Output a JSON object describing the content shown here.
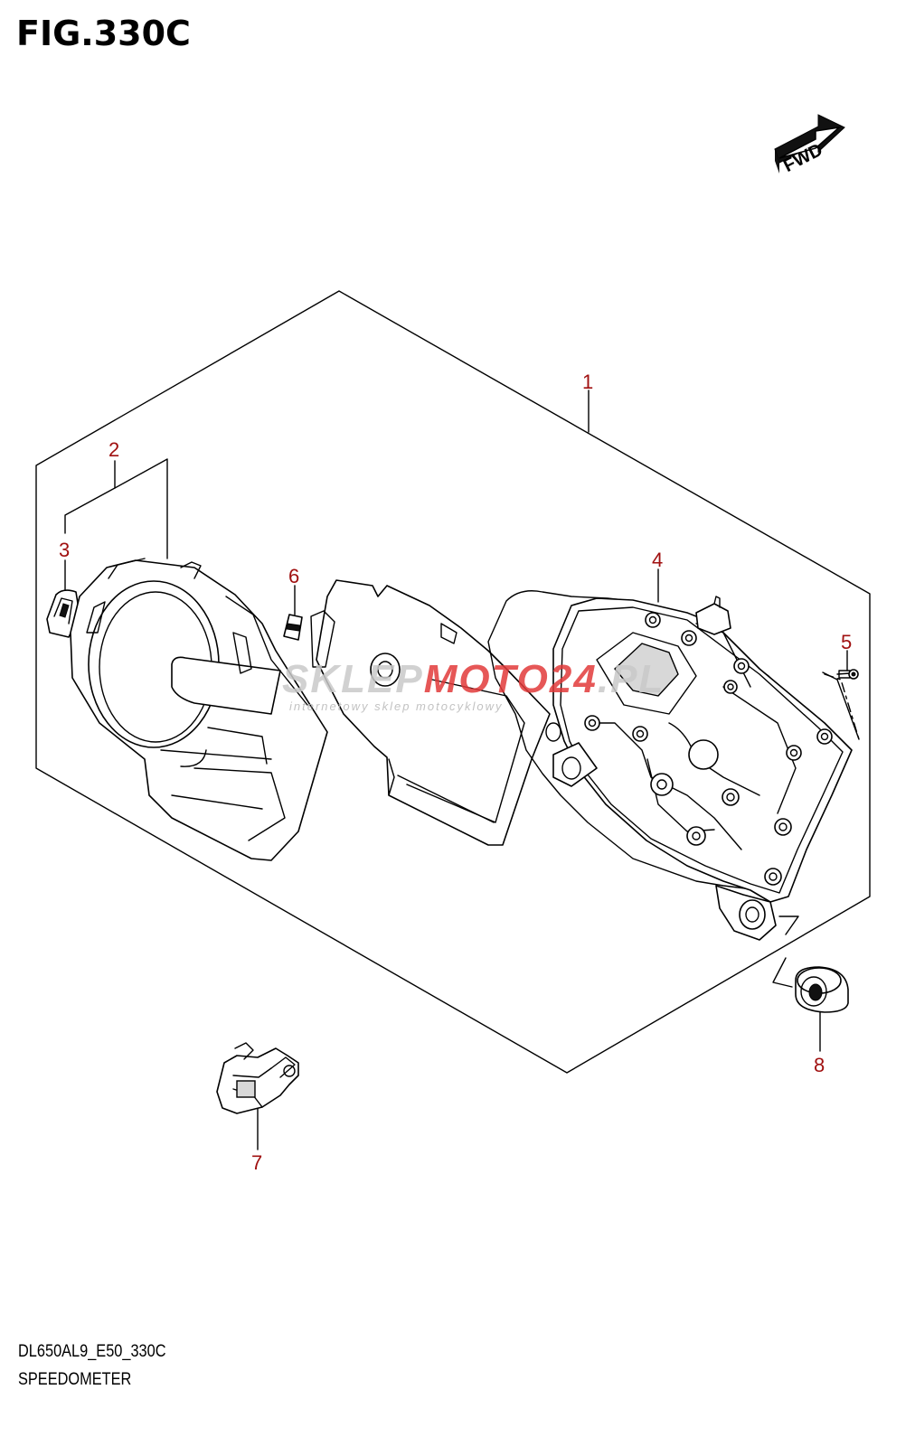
{
  "figure": {
    "title": "FIG.330C",
    "model_code": "DL650AL9_E50_330C",
    "section_name": "SPEEDOMETER"
  },
  "direction_badge": {
    "label": "FWD",
    "icon": "fwd-arrow-icon"
  },
  "watermark": {
    "brand_part1": "SKLEP",
    "brand_part2": "MOTO",
    "brand_part3": "24",
    "brand_part4": ".PL",
    "tagline": "internetowy sklep motocyklowy",
    "color_gray": "#c9c9c9",
    "color_red": "#e23a3a"
  },
  "callouts": [
    {
      "id": "1",
      "label": "1"
    },
    {
      "id": "2",
      "label": "2"
    },
    {
      "id": "3",
      "label": "3"
    },
    {
      "id": "4",
      "label": "4"
    },
    {
      "id": "5",
      "label": "5"
    },
    {
      "id": "6",
      "label": "6"
    },
    {
      "id": "7",
      "label": "7"
    },
    {
      "id": "8",
      "label": "8"
    }
  ],
  "colors": {
    "callout_text": "#a01010",
    "line": "#000000",
    "background": "#ffffff"
  }
}
